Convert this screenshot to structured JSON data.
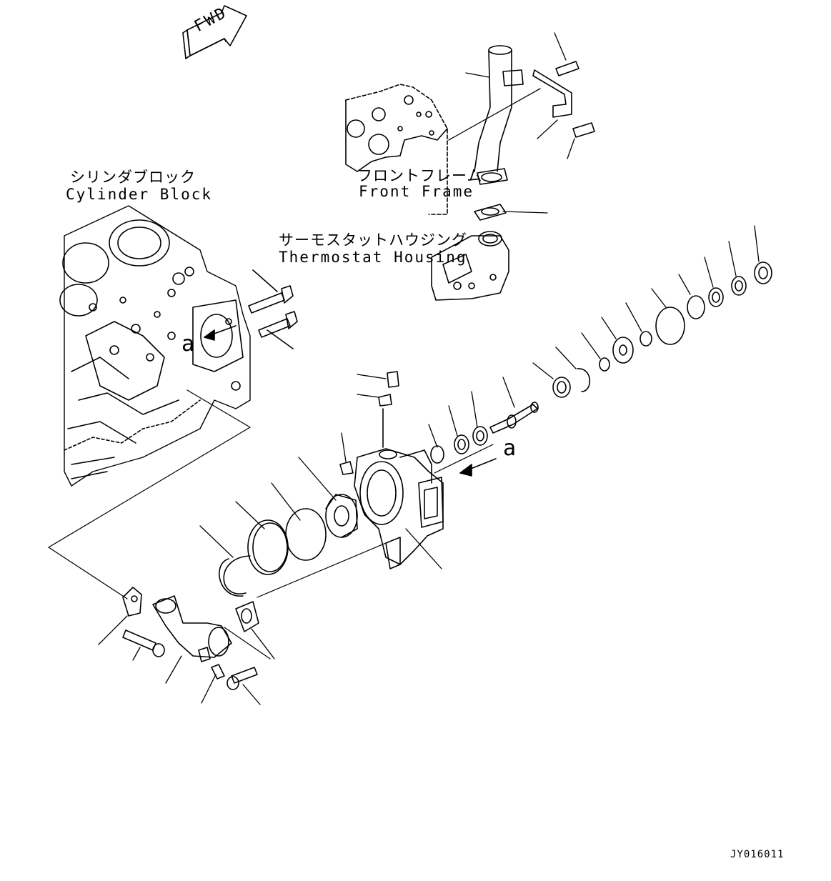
{
  "labels": {
    "cylinder_block_jp": "シリンダブロック",
    "cylinder_block_en": "Cylinder Block",
    "front_frame_jp": "フロントフレーム",
    "front_frame_en": "Front Frame",
    "thermostat_jp": "サーモスタットハウジング",
    "thermostat_en": "Thermostat Housing"
  },
  "fwd_label": "FWD",
  "ref_marks": [
    "a",
    "a"
  ],
  "drawing_code": "JY016011",
  "colors": {
    "ink": "#000000",
    "paper": "#ffffff"
  }
}
